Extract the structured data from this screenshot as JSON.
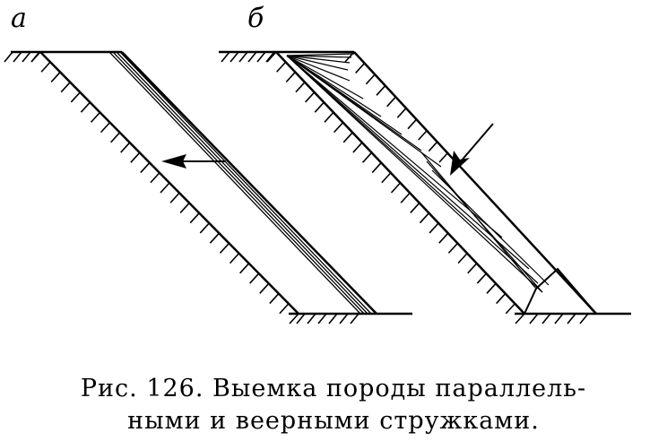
{
  "labels": {
    "a": "а",
    "b": "б"
  },
  "caption": {
    "line1": "Рис. 126. Выемка породы параллель-",
    "line2": "ными и веерными стружками."
  },
  "colors": {
    "ink": "#000000",
    "paper": "#ffffff"
  }
}
